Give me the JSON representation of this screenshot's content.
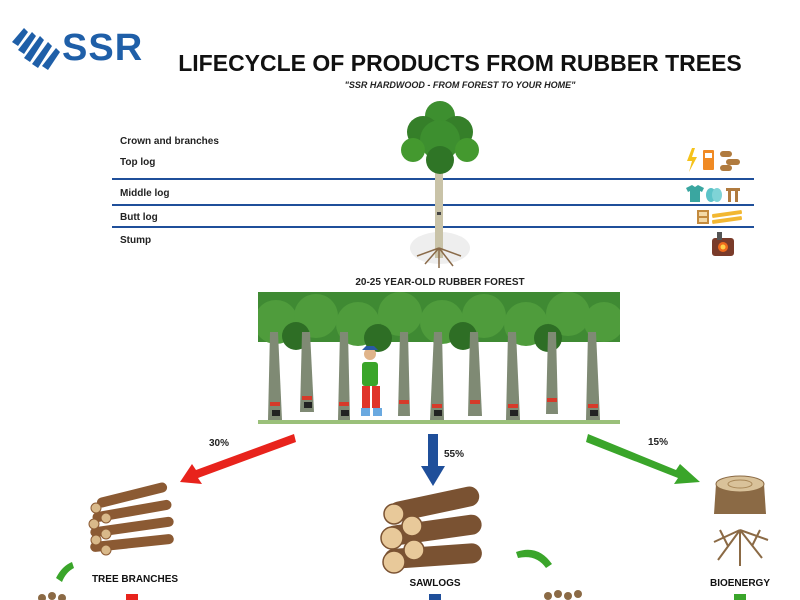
{
  "brand": {
    "name": "SSR",
    "color": "#1f5fa8"
  },
  "title": "LIFECYCLE OF PRODUCTS FROM RUBBER TREES",
  "subtitle": "\"SSR HARDWOOD - FROM FOREST TO YOUR HOME\"",
  "tree_parts": [
    {
      "label": "Crown and branches"
    },
    {
      "label": "Top log"
    },
    {
      "label": "Middle log"
    },
    {
      "label": "Butt log"
    },
    {
      "label": "Stump"
    }
  ],
  "forest_label": "20-25 YEAR-OLD RUBBER FOREST",
  "flows": [
    {
      "percent": "30%",
      "color": "#e8231c",
      "target": "TREE BRANCHES"
    },
    {
      "percent": "55%",
      "color": "#1f4f9a",
      "target": "SAWLOGS"
    },
    {
      "percent": "15%",
      "color": "#3aa52a",
      "target": "BIOENERGY"
    }
  ],
  "icons": {
    "top_log": [
      "lightning-icon",
      "fuel-pump-icon",
      "wood-pellets-icon"
    ],
    "middle_log": [
      "tshirt-icon",
      "fabric-roll-icon",
      "table-icon"
    ],
    "butt_log": [
      "cabinet-icon",
      "plank-icon"
    ],
    "stump": [
      "furnace-icon"
    ]
  },
  "colors": {
    "divider": "#1f4f9a",
    "foliage": "#3d8f2f",
    "trunk": "#c9c3a8"
  }
}
